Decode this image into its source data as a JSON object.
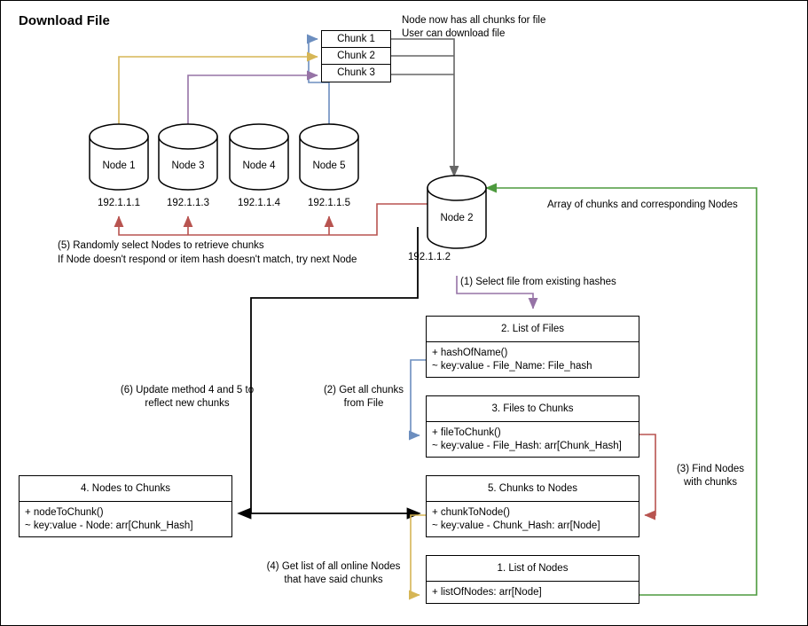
{
  "title": "Download File",
  "colors": {
    "blue": "#6c8ebf",
    "gold": "#d6b656",
    "purple": "#9673a6",
    "red": "#b85450",
    "green": "#4d9a3e",
    "gray": "#666666",
    "black": "#000000"
  },
  "chunks": [
    {
      "label": "Chunk 1"
    },
    {
      "label": "Chunk 2"
    },
    {
      "label": "Chunk 3"
    }
  ],
  "nodes": [
    {
      "label": "Node 1",
      "ip": "192.1.1.1"
    },
    {
      "label": "Node 3",
      "ip": "192.1.1.3"
    },
    {
      "label": "Node 4",
      "ip": "192.1.1.4"
    },
    {
      "label": "Node 5",
      "ip": "192.1.1.5"
    }
  ],
  "receiving_node": {
    "label": "Node 2",
    "ip": "192.1.1.2"
  },
  "notes": {
    "top_right_line1": "Node now has all chunks for file",
    "top_right_line2": "User can download file",
    "array_note": "Array of chunks and corresponding Nodes",
    "step1": "(1) Select file from existing hashes",
    "step2_line1": "(2) Get all chunks",
    "step2_line2": "from File",
    "step3_line1": "(3) Find Nodes",
    "step3_line2": "with chunks",
    "step4_line1": "(4) Get list of all online Nodes",
    "step4_line2": "that have said chunks",
    "step5_line1": "(5) Randomly select Nodes to retrieve chunks",
    "step5_line2": "If Node doesn't respond or item hash doesn't match, try next Node",
    "step6_line1": "(6) Update method 4 and 5 to",
    "step6_line2": "reflect new chunks"
  },
  "class_boxes": {
    "list_of_files": {
      "title": "2. List of Files",
      "members": [
        "+ hashOfName()",
        "~ key:value - File_Name: File_hash"
      ]
    },
    "files_to_chunks": {
      "title": "3. Files to Chunks",
      "members": [
        "+ fileToChunk()",
        "~ key:value - File_Hash: arr[Chunk_Hash]"
      ]
    },
    "nodes_to_chunks": {
      "title": "4. Nodes to Chunks",
      "members": [
        "+ nodeToChunk()",
        "~ key:value - Node: arr[Chunk_Hash]"
      ]
    },
    "chunks_to_nodes": {
      "title": "5. Chunks to Nodes",
      "members": [
        "+ chunkToNode()",
        "~ key:value - Chunk_Hash: arr[Node]"
      ]
    },
    "list_of_nodes": {
      "title": "1. List of Nodes",
      "members": [
        "+ listOfNodes: arr[Node]"
      ]
    }
  }
}
